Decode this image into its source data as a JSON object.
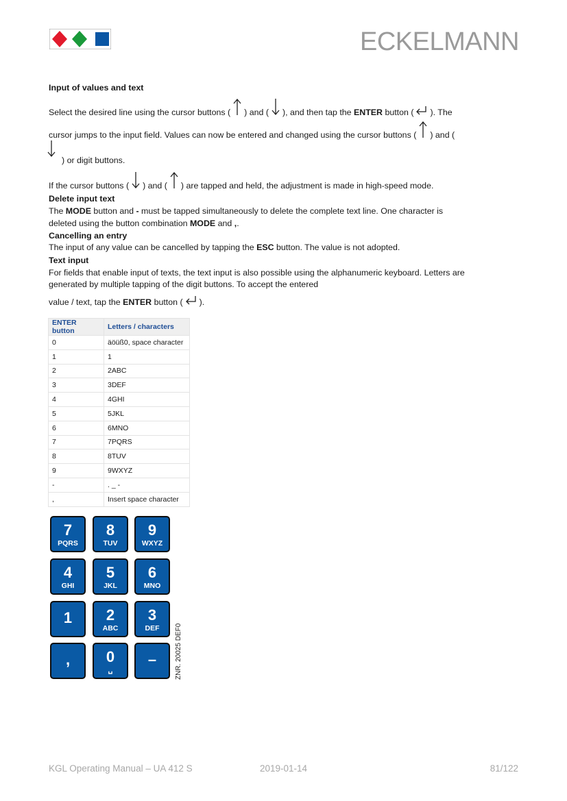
{
  "header": {
    "brand": "ECKELMANN",
    "logo_colors": [
      "#e21a2c",
      "#1a9a3a",
      "#0a56a4"
    ]
  },
  "sections": {
    "input_values": {
      "heading": "Input of values and text",
      "line1_a": "Select the desired line using the cursor buttons (",
      "line1_b": ") and (",
      "line1_c": "), and then tap the ",
      "line1_enter": "ENTER",
      "line1_d": " button (",
      "line1_e": "). The",
      "line2_a": "cursor jumps to the input field. Values can now be entered and changed using the cursor buttons (",
      "line2_b": ") and (",
      "line3_a": ") or digit buttons.",
      "line4_a": "If the cursor buttons (",
      "line4_b": ") and (",
      "line4_c": ") are tapped and held, the adjustment is made in high-speed mode."
    },
    "delete": {
      "heading": "Delete input text",
      "l1_a": "The ",
      "l1_mode": "MODE",
      "l1_b": " button and ",
      "l1_minus": "-",
      "l1_c": " must be tapped simultaneously to delete the complete text line. One character is",
      "l2_a": "deleted using the button combination ",
      "l2_mode": "MODE",
      "l2_b": " and ",
      "l2_comma": ",",
      "l2_c": "."
    },
    "cancel": {
      "heading": "Cancelling an entry",
      "l1_a": "The input of any value can be cancelled by tapping the ",
      "l1_esc": "ESC",
      "l1_b": " button. The value is not adopted."
    },
    "text_input": {
      "heading": "Text input",
      "l1": "For fields that enable input of texts, the text input is also possible using the alphanumeric keyboard. Letters are",
      "l2": "generated by multiple tapping of the digit buttons. To accept the entered",
      "l3_a": "value / text, tap the ",
      "l3_enter": "ENTER",
      "l3_b": " button (",
      "l3_c": ")."
    }
  },
  "table": {
    "headers": [
      "ENTER button",
      "Letters / characters"
    ],
    "rows": [
      [
        "0",
        "äöüß0, space character"
      ],
      [
        "1",
        "1"
      ],
      [
        "2",
        "2ABC"
      ],
      [
        "3",
        "3DEF"
      ],
      [
        "4",
        "4GHI"
      ],
      [
        "5",
        "5JKL"
      ],
      [
        "6",
        "6MNO"
      ],
      [
        "7",
        "7PQRS"
      ],
      [
        "8",
        "8TUV"
      ],
      [
        "9",
        "9WXYZ"
      ],
      [
        "-",
        ". _ -"
      ],
      [
        ",",
        "Insert space character"
      ]
    ]
  },
  "keypad": {
    "keys": [
      {
        "big": "7",
        "small": "PQRS"
      },
      {
        "big": "8",
        "small": "TUV"
      },
      {
        "big": "9",
        "small": "WXYZ"
      },
      {
        "big": "4",
        "small": "GHI"
      },
      {
        "big": "5",
        "small": "JKL"
      },
      {
        "big": "6",
        "small": "MNO"
      },
      {
        "big": "1",
        "small": ""
      },
      {
        "big": "2",
        "small": "ABC"
      },
      {
        "big": "3",
        "small": "DEF"
      },
      {
        "big": ",",
        "small": ""
      },
      {
        "big": "0",
        "small": "␣"
      },
      {
        "big": "–",
        "small": ""
      }
    ],
    "caption": "ZNR. 20025 DEF0"
  },
  "footer": {
    "left": "KGL Operating Manual – UA 412 S",
    "date": "2019-01-14",
    "page": "81/122"
  }
}
